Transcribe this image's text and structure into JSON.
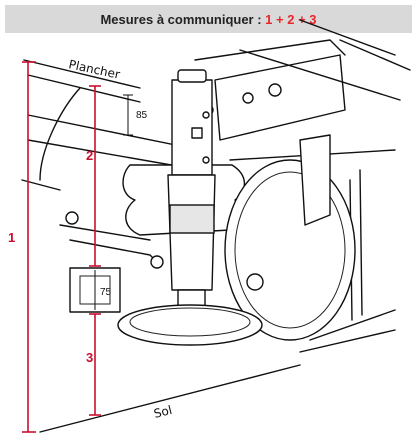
{
  "header": {
    "title_prefix": "Mesures à communiquer : ",
    "measure_1": "1",
    "plus_1": " + ",
    "measure_2": "2",
    "plus_2": " + ",
    "measure_3": "3"
  },
  "diagram": {
    "label_floor": "Plancher",
    "label_ground": "Sol",
    "dimension_85": "85",
    "dimension_75": "75",
    "marker_1": "1",
    "marker_2": "2",
    "marker_3": "3"
  },
  "colors": {
    "accent_red": "#c8102e",
    "header_background": "#d9d9d9"
  }
}
